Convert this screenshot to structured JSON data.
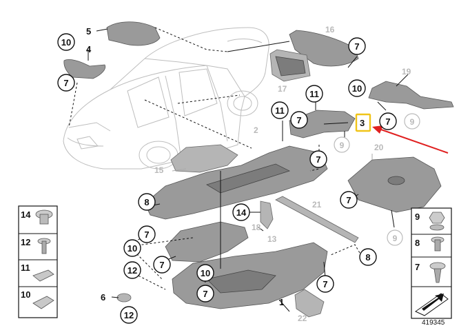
{
  "diagram": {
    "doc_number": "419345",
    "callouts": {
      "c1": "1",
      "c2": "2",
      "c3": "3",
      "c4": "4",
      "c5": "5",
      "c6": "6",
      "c7": "7",
      "c8": "8",
      "c9": "9",
      "c10": "10",
      "c11": "11",
      "c12": "12",
      "c13": "13",
      "c14": "14",
      "c15": "15",
      "c16": "16",
      "c17": "17",
      "c18": "18",
      "c19": "19",
      "c20": "20",
      "c21": "21",
      "c22": "22"
    },
    "legend_left": [
      "14",
      "12",
      "11",
      "10"
    ],
    "legend_right": [
      "9",
      "8",
      "7"
    ],
    "highlight": {
      "label": "3",
      "color": "#f0c419"
    },
    "arrow_color": "#e02020"
  }
}
